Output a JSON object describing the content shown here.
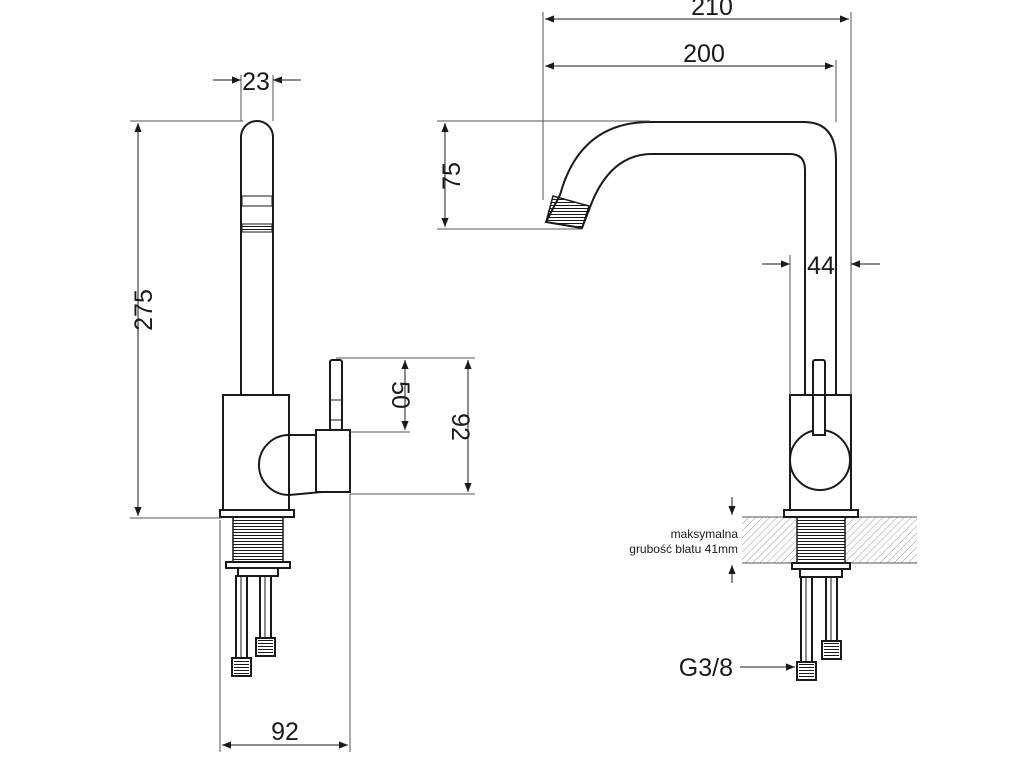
{
  "dimensions": {
    "side_top_width": "23",
    "side_height": "275",
    "lever_height": "50",
    "body_height": "92",
    "base_width": "92",
    "front_total_width": "210",
    "front_spout_reach": "200",
    "front_spout_drop": "75",
    "front_column_width": "44"
  },
  "notes": {
    "thickness_line1": "maksymalna",
    "thickness_line2": "grubość blatu 41mm",
    "connection": "G3/8"
  },
  "colors": {
    "line": "#1a1a1a",
    "hatch": "#9a9a9a",
    "background": "#ffffff"
  }
}
